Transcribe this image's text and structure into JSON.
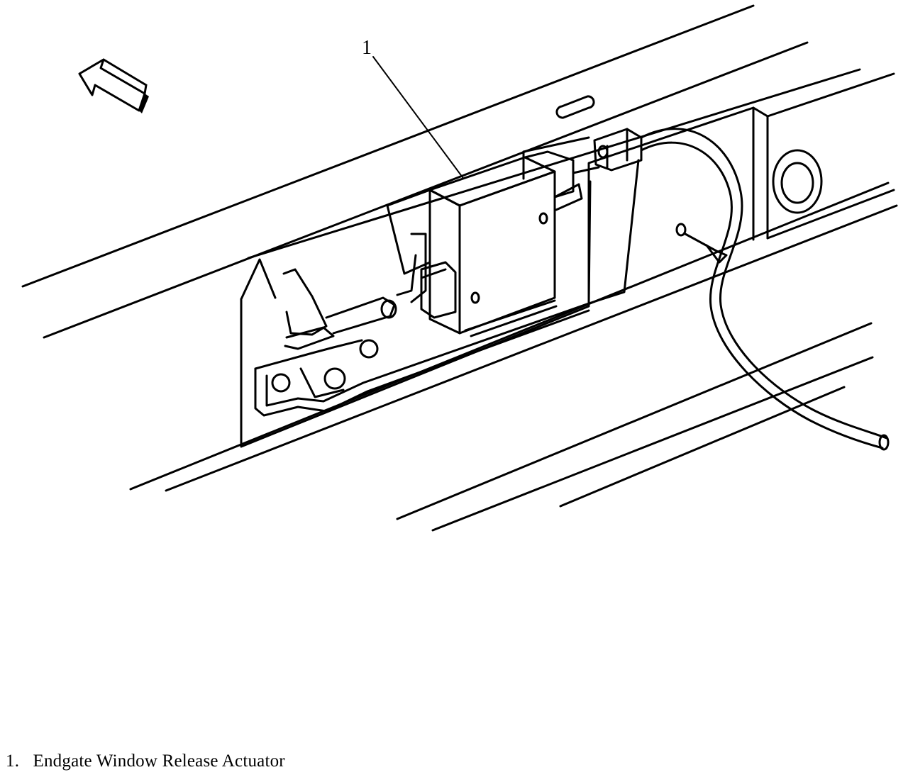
{
  "diagram": {
    "callouts": [
      {
        "number": "1"
      }
    ],
    "legend": [
      {
        "number": "1.",
        "text": "Endgate Window Release Actuator"
      }
    ],
    "colors": {
      "line": "#000000",
      "background": "#ffffff"
    },
    "icons": [
      "direction-arrow-icon"
    ]
  }
}
